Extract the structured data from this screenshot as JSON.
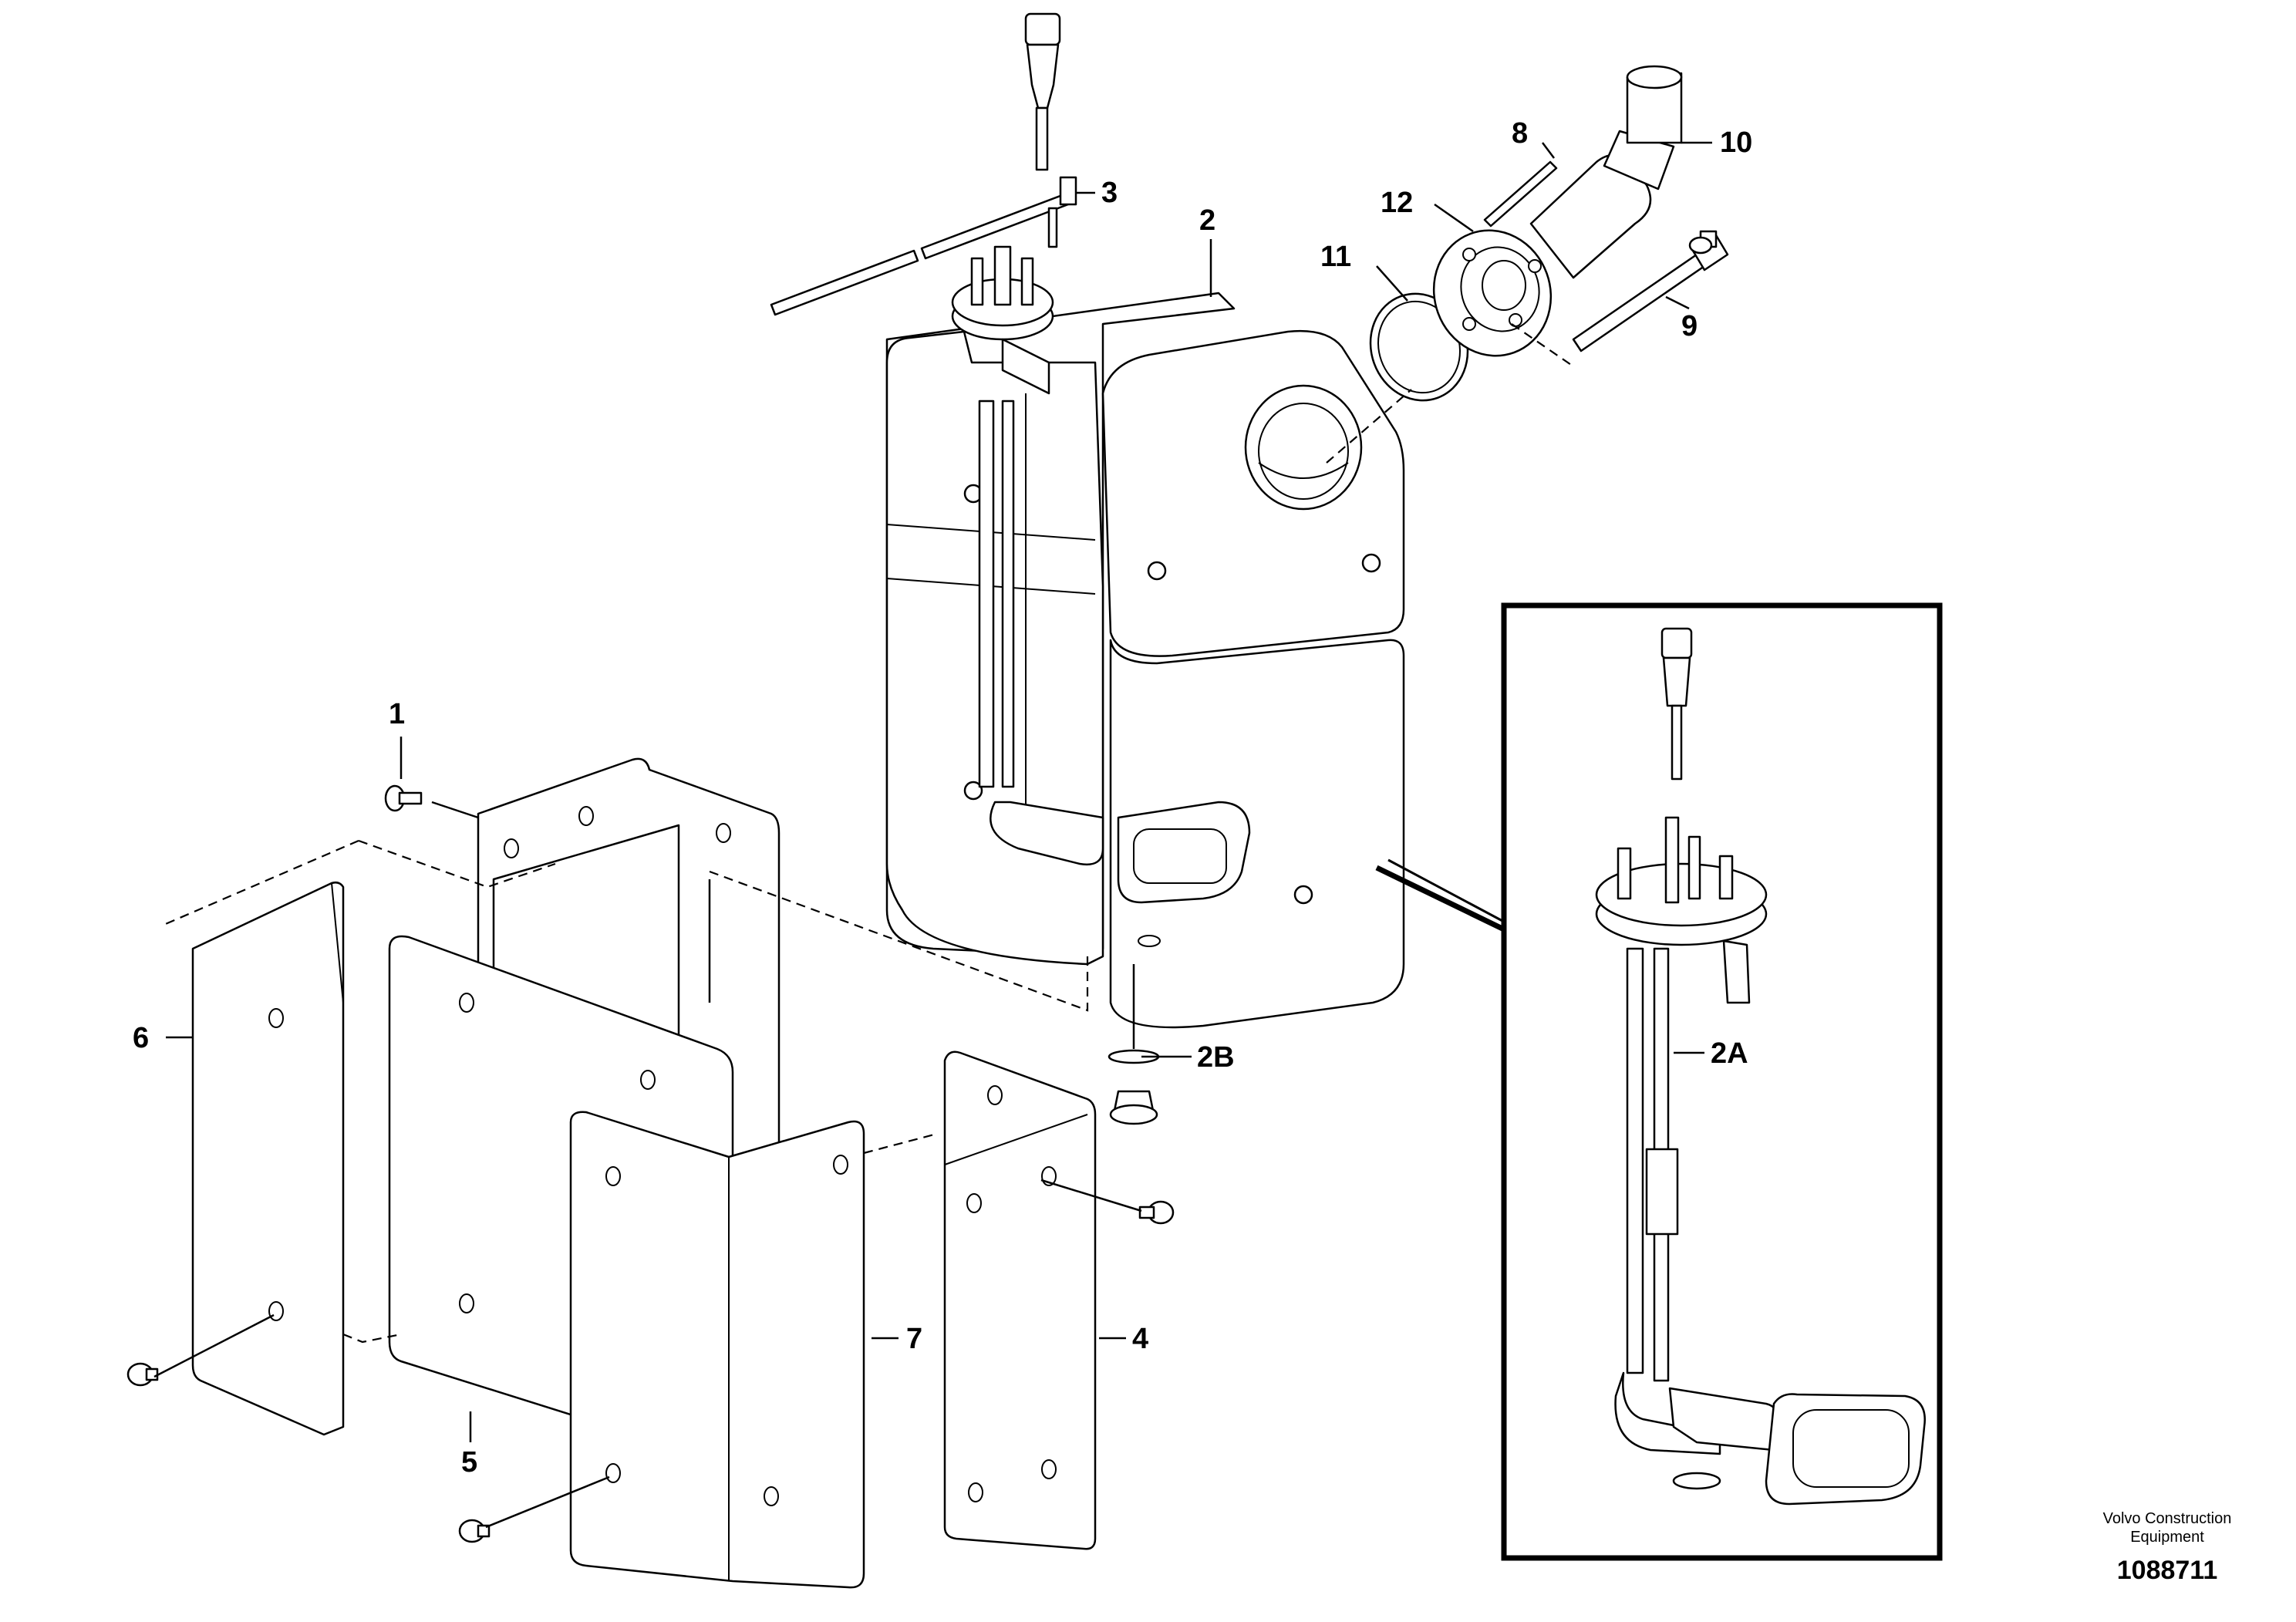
{
  "callouts": {
    "c1": "1",
    "c2": "2",
    "c2a": "2A",
    "c2b": "2B",
    "c3": "3",
    "c4": "4",
    "c5": "5",
    "c6": "6",
    "c7": "7",
    "c8": "8",
    "c9": "9",
    "c10": "10",
    "c11": "11",
    "c12": "12"
  },
  "footer": {
    "company_line1": "Volvo Construction",
    "company_line2": "Equipment",
    "drawing_number": "1088711"
  }
}
